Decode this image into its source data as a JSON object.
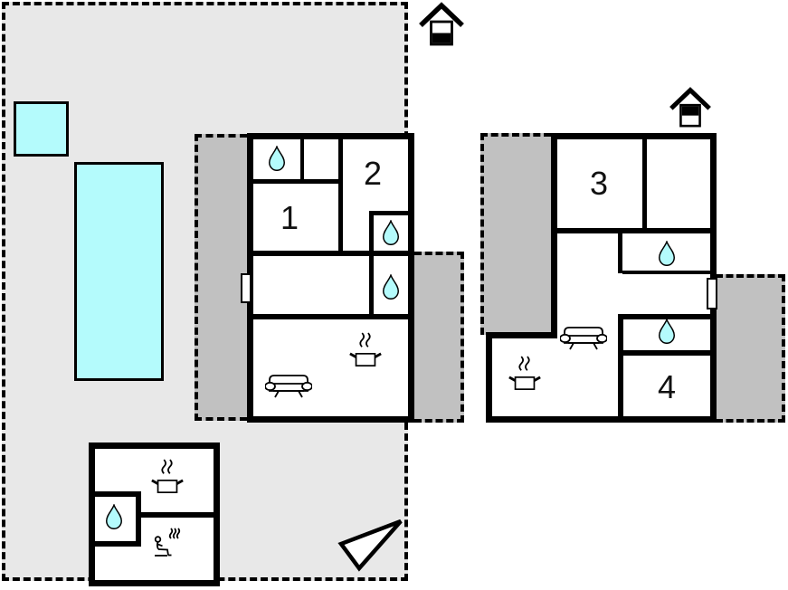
{
  "diagram": {
    "type": "vacation-home floor plan",
    "floors": [
      {
        "id": "ground-floor",
        "indicator_icon": "house-ground-floor-icon",
        "room_numbers": [
          "1",
          "2"
        ]
      },
      {
        "id": "upper-floor",
        "indicator_icon": "house-upper-floor-icon",
        "room_numbers": [
          "3",
          "4"
        ]
      }
    ],
    "outbuilding": {
      "features": [
        "cooking-pot",
        "water-drop",
        "sauna"
      ]
    }
  },
  "labels": {
    "room1": "1",
    "room2": "2",
    "room3": "3",
    "room4": "4"
  },
  "icons": {
    "water_drop": "water-drop (bath/wet room)",
    "cooking_pot": "cooking-pot with steam (kitchen)",
    "sofa": "sofa (living room)",
    "sauna": "person in sauna with steam",
    "house_ground": "house glyph, lower half filled = ground floor shown",
    "house_upper": "house glyph, upper half filled = upper floor shown",
    "north_arrow": "orientation arrow",
    "pool": "swimming pool",
    "door": "door opening"
  },
  "colors": {
    "plot": "#e8e8e8",
    "terrace": "#c1c1c1",
    "water": "#b4fbfc",
    "wall": "#000000",
    "background": "#ffffff"
  }
}
